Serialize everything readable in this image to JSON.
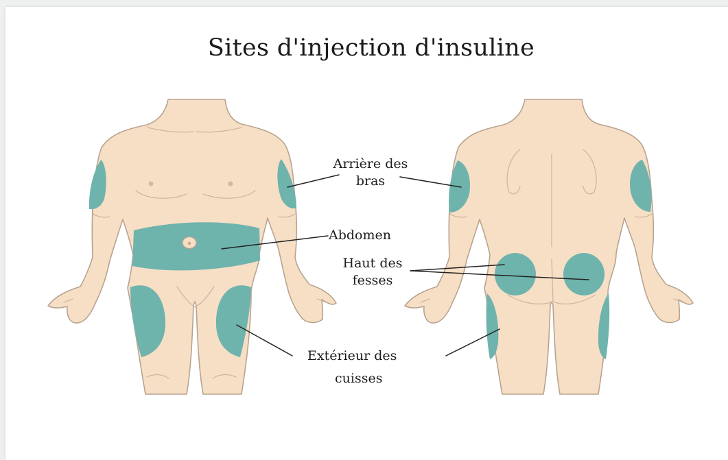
{
  "title": "Sites d'injection d'insuline",
  "labels": {
    "back_of_arms_line1": "Arrière des",
    "back_of_arms_line2": "bras",
    "abdomen": "Abdomen",
    "upper_buttocks_line1": "Haut des",
    "upper_buttocks_line2": "fesses",
    "outer_thighs_line1": "Extérieur des",
    "outer_thighs_line2": "cuisses"
  },
  "colors": {
    "skin": "#f6dfc5",
    "outline": "#b8a390",
    "injection_site": "#6fb3ad",
    "leader_line": "#222222"
  }
}
